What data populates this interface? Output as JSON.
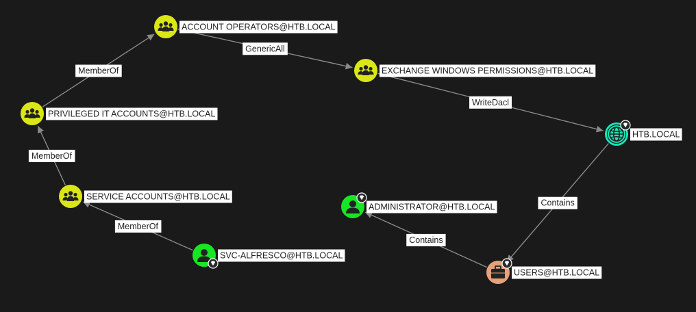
{
  "colors": {
    "background": "#1a1a1a",
    "group": "#dbe617",
    "user": "#17e625",
    "domain": "#17e6b9",
    "ou": "#e6a17a",
    "edge": "#8a8a8a",
    "label_bg": "#ffffff",
    "label_text": "#222222"
  },
  "nodes": [
    {
      "id": "account-operators",
      "type": "group",
      "icon": "group-icon",
      "label": "ACCOUNT OPERATORS@HTB.LOCAL",
      "owned": false
    },
    {
      "id": "exchange-windows-permissions",
      "type": "group",
      "icon": "group-icon",
      "label": "EXCHANGE WINDOWS PERMISSIONS@HTB.LOCAL",
      "owned": false
    },
    {
      "id": "privileged-it-accounts",
      "type": "group",
      "icon": "group-icon",
      "label": "PRIVILEGED IT ACCOUNTS@HTB.LOCAL",
      "owned": false
    },
    {
      "id": "service-accounts",
      "type": "group",
      "icon": "group-icon",
      "label": "SERVICE ACCOUNTS@HTB.LOCAL",
      "owned": false
    },
    {
      "id": "svc-alfresco",
      "type": "user",
      "icon": "user-icon",
      "label": "SVC-ALFRESCO@HTB.LOCAL",
      "owned": true
    },
    {
      "id": "htb-local",
      "type": "domain",
      "icon": "globe-icon",
      "label": "HTB.LOCAL",
      "owned": true
    },
    {
      "id": "administrator",
      "type": "user",
      "icon": "user-icon",
      "label": "ADMINISTRATOR@HTB.LOCAL",
      "owned": true
    },
    {
      "id": "users",
      "type": "ou",
      "icon": "briefcase-icon",
      "label": "USERS@HTB.LOCAL",
      "owned": true
    }
  ],
  "edges": [
    {
      "from": "privileged-it-accounts",
      "to": "account-operators",
      "label": "MemberOf"
    },
    {
      "from": "account-operators",
      "to": "exchange-windows-permissions",
      "label": "GenericAll"
    },
    {
      "from": "exchange-windows-permissions",
      "to": "htb-local",
      "label": "WriteDacl"
    },
    {
      "from": "service-accounts",
      "to": "privileged-it-accounts",
      "label": "MemberOf"
    },
    {
      "from": "svc-alfresco",
      "to": "service-accounts",
      "label": "MemberOf"
    },
    {
      "from": "htb-local",
      "to": "users",
      "label": "Contains"
    },
    {
      "from": "users",
      "to": "administrator",
      "label": "Contains"
    }
  ]
}
